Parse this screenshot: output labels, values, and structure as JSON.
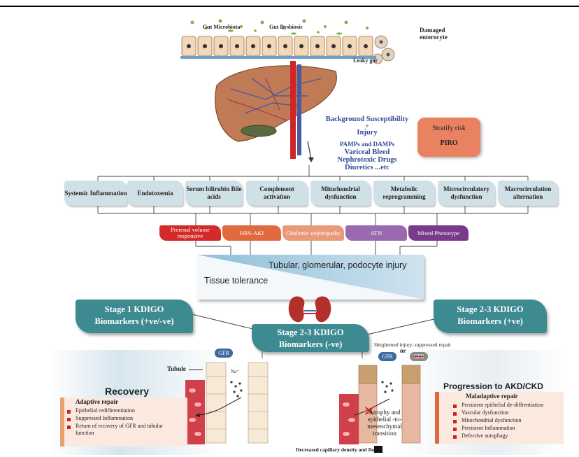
{
  "gut": {
    "label_microbiota": "Gut Microbiota",
    "label_dysbiosis": "Gut Dysbiosis",
    "label_damaged": "Damaged enterocyte",
    "label_leaky": "Leaky gut"
  },
  "liver": {
    "background_line1": "Background Susceptibility",
    "plus": "+",
    "injury": "Injury",
    "pamps": "PAMPs and DAMPs",
    "variceal": "Variceal Bleed",
    "nephrotoxic": "Nephrotoxic Drugs",
    "diuretics": "Diuretics ...etc"
  },
  "stratify": {
    "line1": "Stratify risk",
    "line2": "PIRO"
  },
  "mechanisms": [
    "Systemic Inflammation",
    "Endotoxemia",
    "Serum bilirubin Bile acids",
    "Complement activation",
    "Mitochondrial dysfunction",
    "Metabolic reprogramming",
    "Microcirculatory dysfunction",
    "Macrocirculation alternation"
  ],
  "phenotypes": [
    "Prerenal volume responsive",
    "HRS-AKI",
    "Cholemic nephropathy",
    "ATN",
    "Mixed Phenotype"
  ],
  "tolerance": {
    "top": "Tubular, glomerular, podocyte injury",
    "bottom": "Tissue tolerance"
  },
  "stages": {
    "left_line1": "Stage  1 KDIGO",
    "left_line2": "Biomarkers (+ve/-ve)",
    "right_line1": "Stage 2-3 KDIGO",
    "right_line2": "Biomarkers (+ve)",
    "center_line1": "Stage 2-3 KDIGO",
    "center_line2": "Biomarkers (-ve)"
  },
  "tubule": {
    "gfr": "GFR",
    "tubule_label": "Tubule",
    "na": "Na⁺",
    "heightened": "Heightened injury, suppressed repair",
    "or": "or",
    "atrophy_line1": "Atrophy and",
    "atrophy_line2": "epithelial -to-",
    "atrophy_line3": "mesenchymal",
    "atrophy_line4": "transition",
    "bottom_caption": "Decreased capillary density and flow"
  },
  "recovery": {
    "title": "Recovery",
    "subtitle": "Adaptive repair",
    "items": [
      "Epithelial redifferentiation",
      "Suppressed Inflammation",
      "Return of recovery of GFR and tubular function"
    ]
  },
  "progression": {
    "title": "Progression to AKD/CKD",
    "subtitle": "Maladaptive repair",
    "items": [
      "Persistent epithelial de-diffrentiation",
      "Vascular dysfunction",
      "Mitochondrial dysfunction",
      "Persistent Inflammation",
      "Defective autophagy"
    ]
  },
  "colors": {
    "teal": "#3d8a90",
    "mech_bg": "#cfe0e6",
    "prerenal": "#d42a2a",
    "hrs": "#e06a3e",
    "cholemic": "#e89a7a",
    "atn": "#9a6ab0",
    "mixed": "#7a3a8a",
    "stratify": "#e98260"
  }
}
